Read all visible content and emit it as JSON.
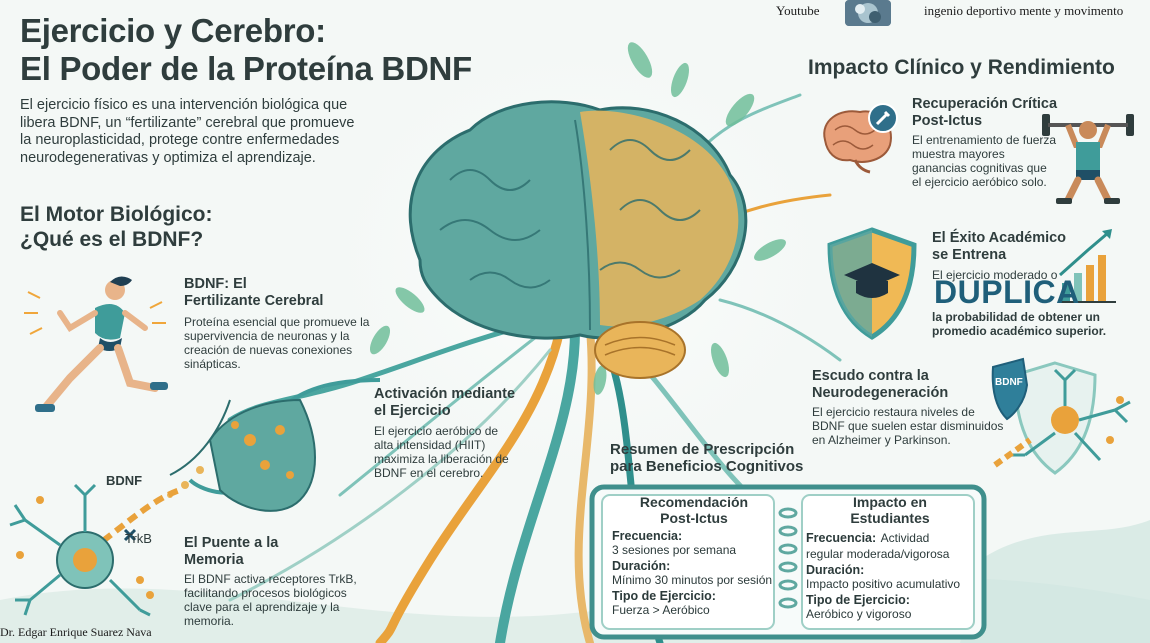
{
  "topbar": {
    "youtube": "Youtube",
    "channel": "ingenio deportivo mente y movimento"
  },
  "title": {
    "line1": "Ejercicio y Cerebro:",
    "line2": "El Poder de la Proteína BDNF"
  },
  "intro": {
    "line1": "El ejercicio físico es una intervención biológica que",
    "line2": "libera BDNF, un “fertilizante” cerebral que promueve",
    "line3": "la neuroplasticidad, protege contre enfermedades",
    "line4": "neurodegenerativas y optimiza el aprendizaje."
  },
  "motor": {
    "line1": "El Motor Biológico:",
    "line2": "¿Qué es el BDNF?"
  },
  "fertilizante": {
    "title1": "BDNF: El",
    "title2": "Fertilizante Cerebral",
    "l1": "Proteína esencial que promueve la",
    "l2": "supervivencia de neuronas y la",
    "l3": "creación de nuevas conexiones",
    "l4": "sinápticas."
  },
  "activacion": {
    "title1": "Activación mediante",
    "title2": "el Ejercicio",
    "l1": "El ejercicio aeróbico de",
    "l2": "alta intensidad (HIIT)",
    "l3": "maximiza la liberación de",
    "l4": "BDNF en el cerebro."
  },
  "puente": {
    "title1": "El Puente a la",
    "title2": "Memoria",
    "l1": "El BDNF activa receptores TrkB,",
    "l2": "facilitando procesos biológicos",
    "l3": "clave para el aprendizaje y la",
    "l4": "memoria."
  },
  "labels": {
    "bdnf": "BDNF",
    "trkb": "TrkB",
    "shield_bdnf": "BDNF"
  },
  "impacto": {
    "heading": "Impacto Clínico y Rendimiento"
  },
  "recuperacion": {
    "title1": "Recuperación Crítica",
    "title2": "Post-Ictus",
    "l1": "El entrenamiento de fuerza",
    "l2": "muestra mayores",
    "l3": "ganancias cognitivas que",
    "l4": "el ejercicio aeróbico solo."
  },
  "academico": {
    "title1": "El Éxito Académico",
    "title2": "se Entrena",
    "l1": "El ejercicio moderado o",
    "big": "DUPLICA",
    "l2": "la probabilidad de obtener un",
    "l3": "promedio académico superior."
  },
  "escudo": {
    "title1": "Escudo contra la",
    "title2": "Neurodegeneración",
    "l1": "El ejercicio restaura niveles de",
    "l2": "BDNF que suelen estar disminuidos",
    "l3": "en Alzheimer y Parkinson."
  },
  "resumen": {
    "title1": "Resumen de Prescripción",
    "title2": "para Beneficios Cognitivos",
    "left": {
      "title1": "Recomendación",
      "title2": "Post-Ictus",
      "freq_k": "Frecuencia:",
      "freq_v": "3 sesiones por semana",
      "dur_k": "Duración:",
      "dur_v": "Mínimo 30 minutos por sesión",
      "tipo_k": "Tipo de Ejercicio:",
      "tipo_v": "Fuerza > Aeróbico"
    },
    "right": {
      "title1": "Impacto en",
      "title2": "Estudiantes",
      "freq_k": "Frecuencia:",
      "freq_v1": "Actividad",
      "freq_v2": "regular moderada/vigorosa",
      "dur_k": "Duración:",
      "dur_v": "Impacto positivo acumulativo",
      "tipo_k": "Tipo de Ejercicio:",
      "tipo_v": "Aeróbico y vigoroso"
    }
  },
  "author": "Dr. Edgar Enrique Suarez Nava",
  "colors": {
    "teal": "#3f9c9a",
    "teal_dark": "#1f6f73",
    "orange": "#e9a23b",
    "navy": "#1f5f7a",
    "text": "#2f3d3d"
  }
}
